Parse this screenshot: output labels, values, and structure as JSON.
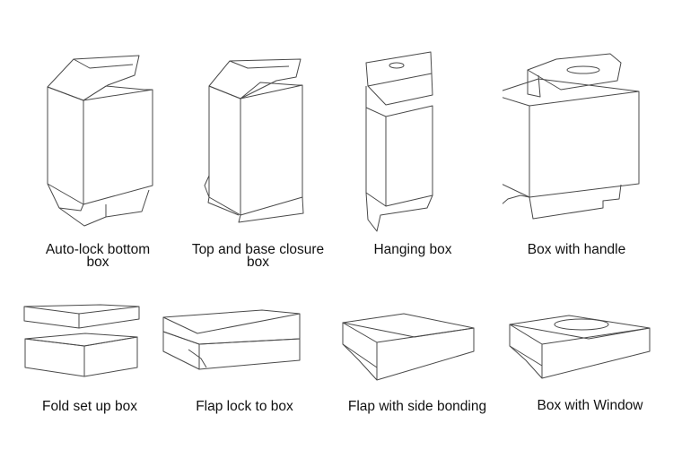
{
  "colors": {
    "fill": "#b6b0dd",
    "fill_dark": "#a7a1d2",
    "outline": "#4a4a4a",
    "inner": "#dcdcdc",
    "text": "#111111"
  },
  "items": [
    {
      "label": "Auto-lock bottom\nbox",
      "icon": "auto-lock-bottom-box"
    },
    {
      "label": "Top and base closure\nbox",
      "icon": "top-and-base-closure-box"
    },
    {
      "label": "Hanging box",
      "icon": "hanging-box"
    },
    {
      "label": "Box with handle",
      "icon": "box-with-handle"
    },
    {
      "label": "Fold set up box",
      "icon": "fold-set-up-box"
    },
    {
      "label": "Flap lock to box",
      "icon": "flap-lock-to-box"
    },
    {
      "label": "Flap with side bonding",
      "icon": "flap-with-side-bonding"
    },
    {
      "label": "Box with Window",
      "icon": "box-with-window"
    }
  ]
}
